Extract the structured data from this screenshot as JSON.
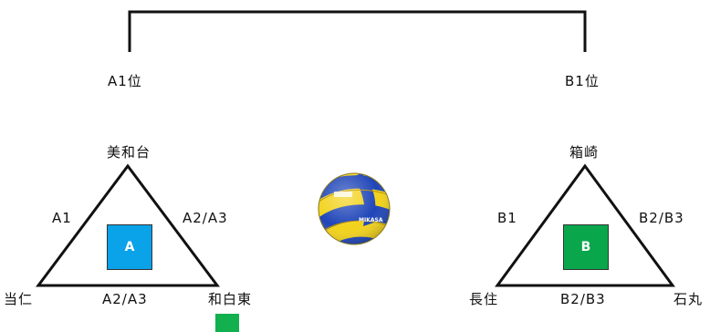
{
  "colors": {
    "line": "#111111",
    "pool_a": "#0aa2e8",
    "pool_b": "#0aa64c",
    "marker": "#12b04e",
    "ball_blue": "#1f45b8",
    "ball_yellow": "#f2d21a"
  },
  "final": {
    "left_label": "A1位",
    "right_label": "B1位"
  },
  "pool_a": {
    "box_label": "A",
    "top_team": "美和台",
    "bottom_left_team": "当仁",
    "bottom_right_team": "和白東",
    "left_edge": "A1",
    "right_edge": "A2/A3",
    "bottom_edge": "A2/A3"
  },
  "pool_b": {
    "box_label": "B",
    "top_team": "箱崎",
    "bottom_left_team": "長住",
    "bottom_right_team": "石丸",
    "left_edge": "B1",
    "right_edge": "B2/B3",
    "bottom_edge": "B2/B3"
  },
  "ball": {
    "icon": "volleyball-icon",
    "brand": "MIKASA"
  }
}
